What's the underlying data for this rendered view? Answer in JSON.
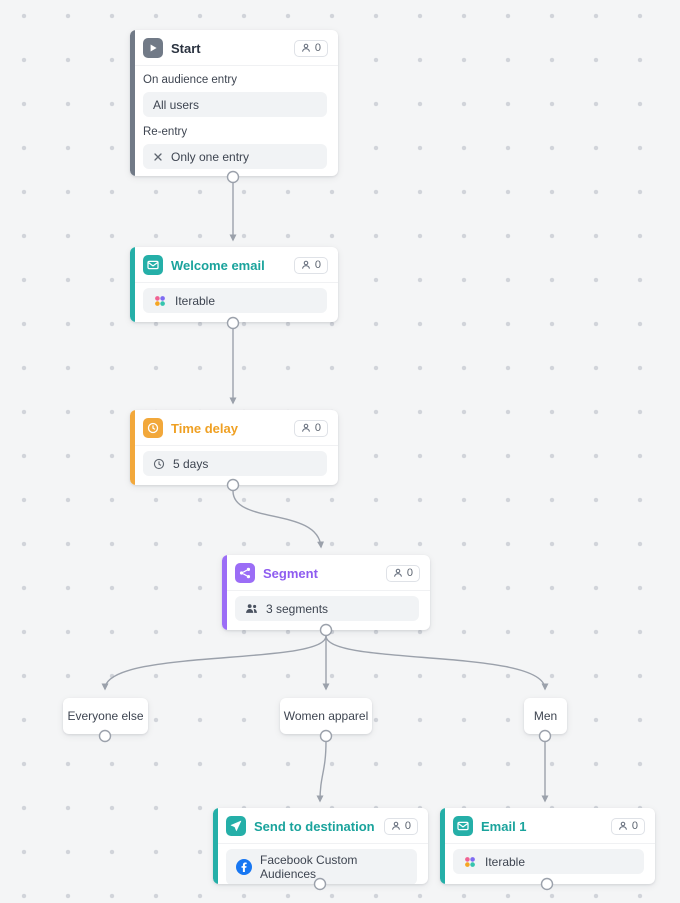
{
  "canvas": {
    "background": "#f4f5f6",
    "dot_color": "#d1d4da"
  },
  "colors": {
    "start_accent": "#717a87",
    "email_accent": "#25afa8",
    "delay_accent": "#f2a83b",
    "segment_accent": "#9b6df6",
    "edge": "#9ba1ab",
    "facebook_blue": "#1877f2",
    "iterable_dot_colors": [
      "#f06292",
      "#7e6bf2",
      "#f5a623",
      "#35c4ae"
    ]
  },
  "nodes": {
    "start": {
      "title": "Start",
      "badge": "0",
      "entry_label": "On audience entry",
      "entry_value": "All users",
      "reentry_label": "Re-entry",
      "reentry_value": "Only one entry"
    },
    "welcome_email": {
      "title": "Welcome email",
      "badge": "0",
      "channel": "Iterable"
    },
    "time_delay": {
      "title": "Time delay",
      "badge": "0",
      "duration": "5 days"
    },
    "segment": {
      "title": "Segment",
      "badge": "0",
      "summary": "3 segments"
    },
    "send_to_destination": {
      "title": "Send to destination",
      "badge": "0",
      "destination": "Facebook Custom Audiences"
    },
    "email_1": {
      "title": "Email 1",
      "badge": "0",
      "channel": "Iterable"
    }
  },
  "branches": {
    "everyone_else": "Everyone else",
    "women_apparel": "Women apparel",
    "men": "Men"
  }
}
